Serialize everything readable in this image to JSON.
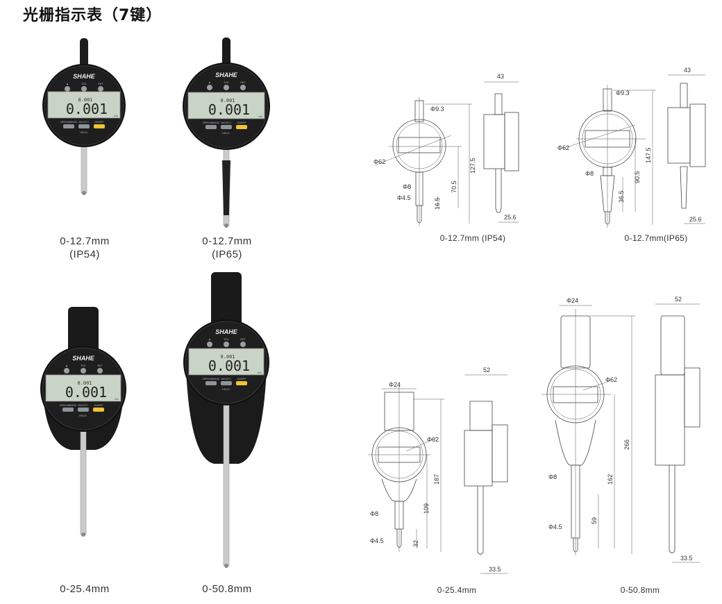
{
  "title": "光栅指示表（7键）",
  "gauge_face": {
    "brand": "SHAHE",
    "top_buttons": [
      "▲",
      "TOL",
      "SET"
    ],
    "bottom_buttons": [
      "ZERO/ABS/INC",
      "IN/OUT/+",
      "ON/OFF"
    ],
    "hold_label": "HOLD/-",
    "small_reading": "0.001",
    "reading": "0.001",
    "unit": "mm",
    "accent_color": "#f2c230"
  },
  "products": [
    {
      "range": "0-12.7mm",
      "rating": "(IP54)"
    },
    {
      "range": "0-12.7mm",
      "rating": "(IP65)"
    },
    {
      "range": "0-25.4mm",
      "rating": ""
    },
    {
      "range": "0-50.8mm",
      "rating": ""
    }
  ],
  "drawings": [
    {
      "caption": "0-12.7mm (IP54)",
      "dims": {
        "stem_dia": "Φ9.3",
        "face_dia": "Φ62",
        "total_h": "127.5",
        "center_h": "70.5",
        "spindle_dia": "Φ8",
        "tip_dia": "Φ4.5",
        "tip_len": "16.5",
        "width": "43",
        "depth": "25.6"
      }
    },
    {
      "caption": "0-12.7mm(IP65)",
      "dims": {
        "stem_dia": "Φ9.3",
        "face_dia": "Φ62",
        "total_h": "147.5",
        "center_h": "90.5",
        "spindle_dia": "Φ8",
        "tip_len": "36.5",
        "width": "43",
        "depth": "25.6"
      }
    },
    {
      "caption": "0-25.4mm",
      "dims": {
        "cap_dia": "Φ24",
        "face_dia": "Φ62",
        "total_h": "187",
        "center_h": "109",
        "spindle_dia": "Φ8",
        "tip_dia": "Φ4.5",
        "tip_len": "32",
        "width": "52",
        "depth": "33.5"
      }
    },
    {
      "caption": "0-50.8mm",
      "dims": {
        "cap_dia": "Φ24",
        "face_dia": "Φ62",
        "total_h": "266",
        "center_h": "162",
        "spindle_dia": "Φ8",
        "tip_dia": "Φ4.5",
        "tip_len": "59",
        "width": "52",
        "depth": "33.5"
      }
    }
  ]
}
